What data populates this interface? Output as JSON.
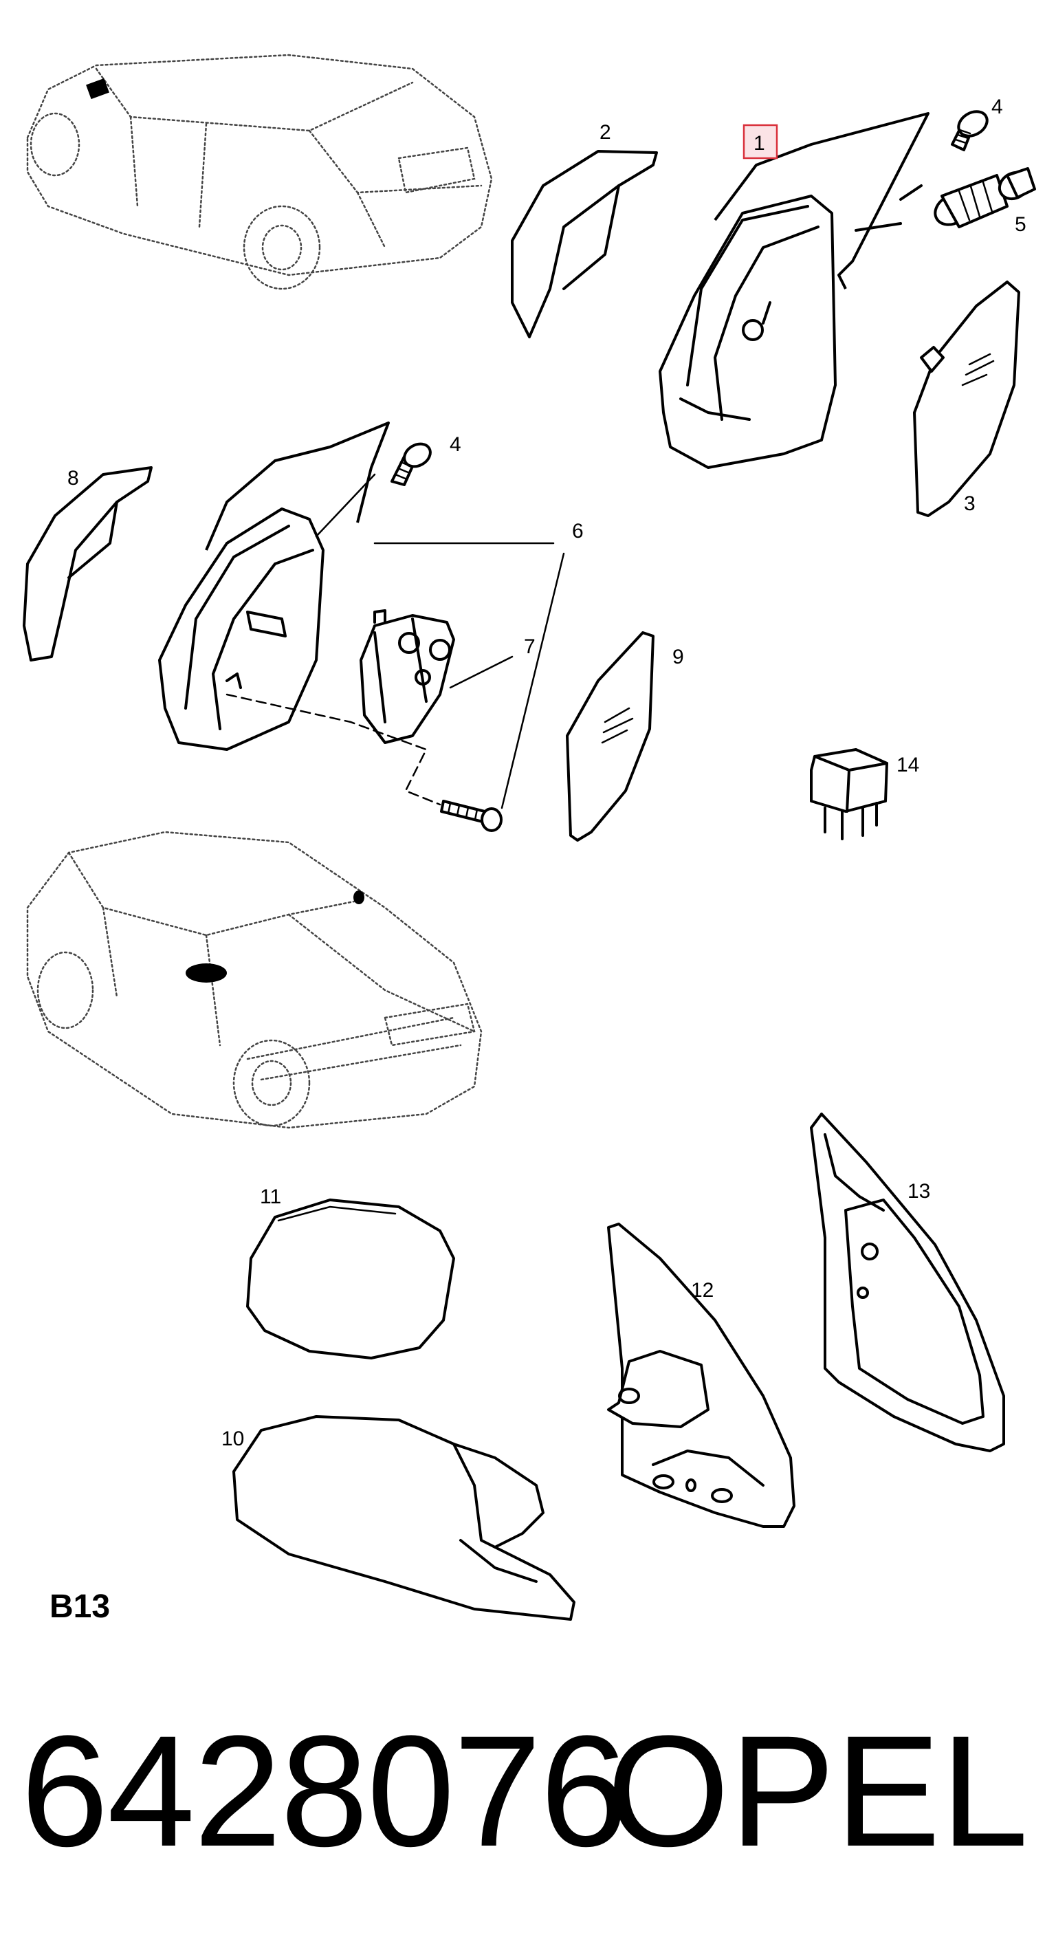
{
  "callouts": {
    "c1": "1",
    "c2": "2",
    "c3": "3",
    "c4a": "4",
    "c4b": "4",
    "c5": "5",
    "c6": "6",
    "c7": "7",
    "c8": "8",
    "c9": "9",
    "c10": "10",
    "c11": "11",
    "c12": "12",
    "c13": "13",
    "c14": "14"
  },
  "section_code": "B13",
  "part_number": "6428076",
  "brand": "OPEL",
  "colors": {
    "highlight_fill": "#fbe3e6",
    "highlight_border": "#d9303b"
  }
}
